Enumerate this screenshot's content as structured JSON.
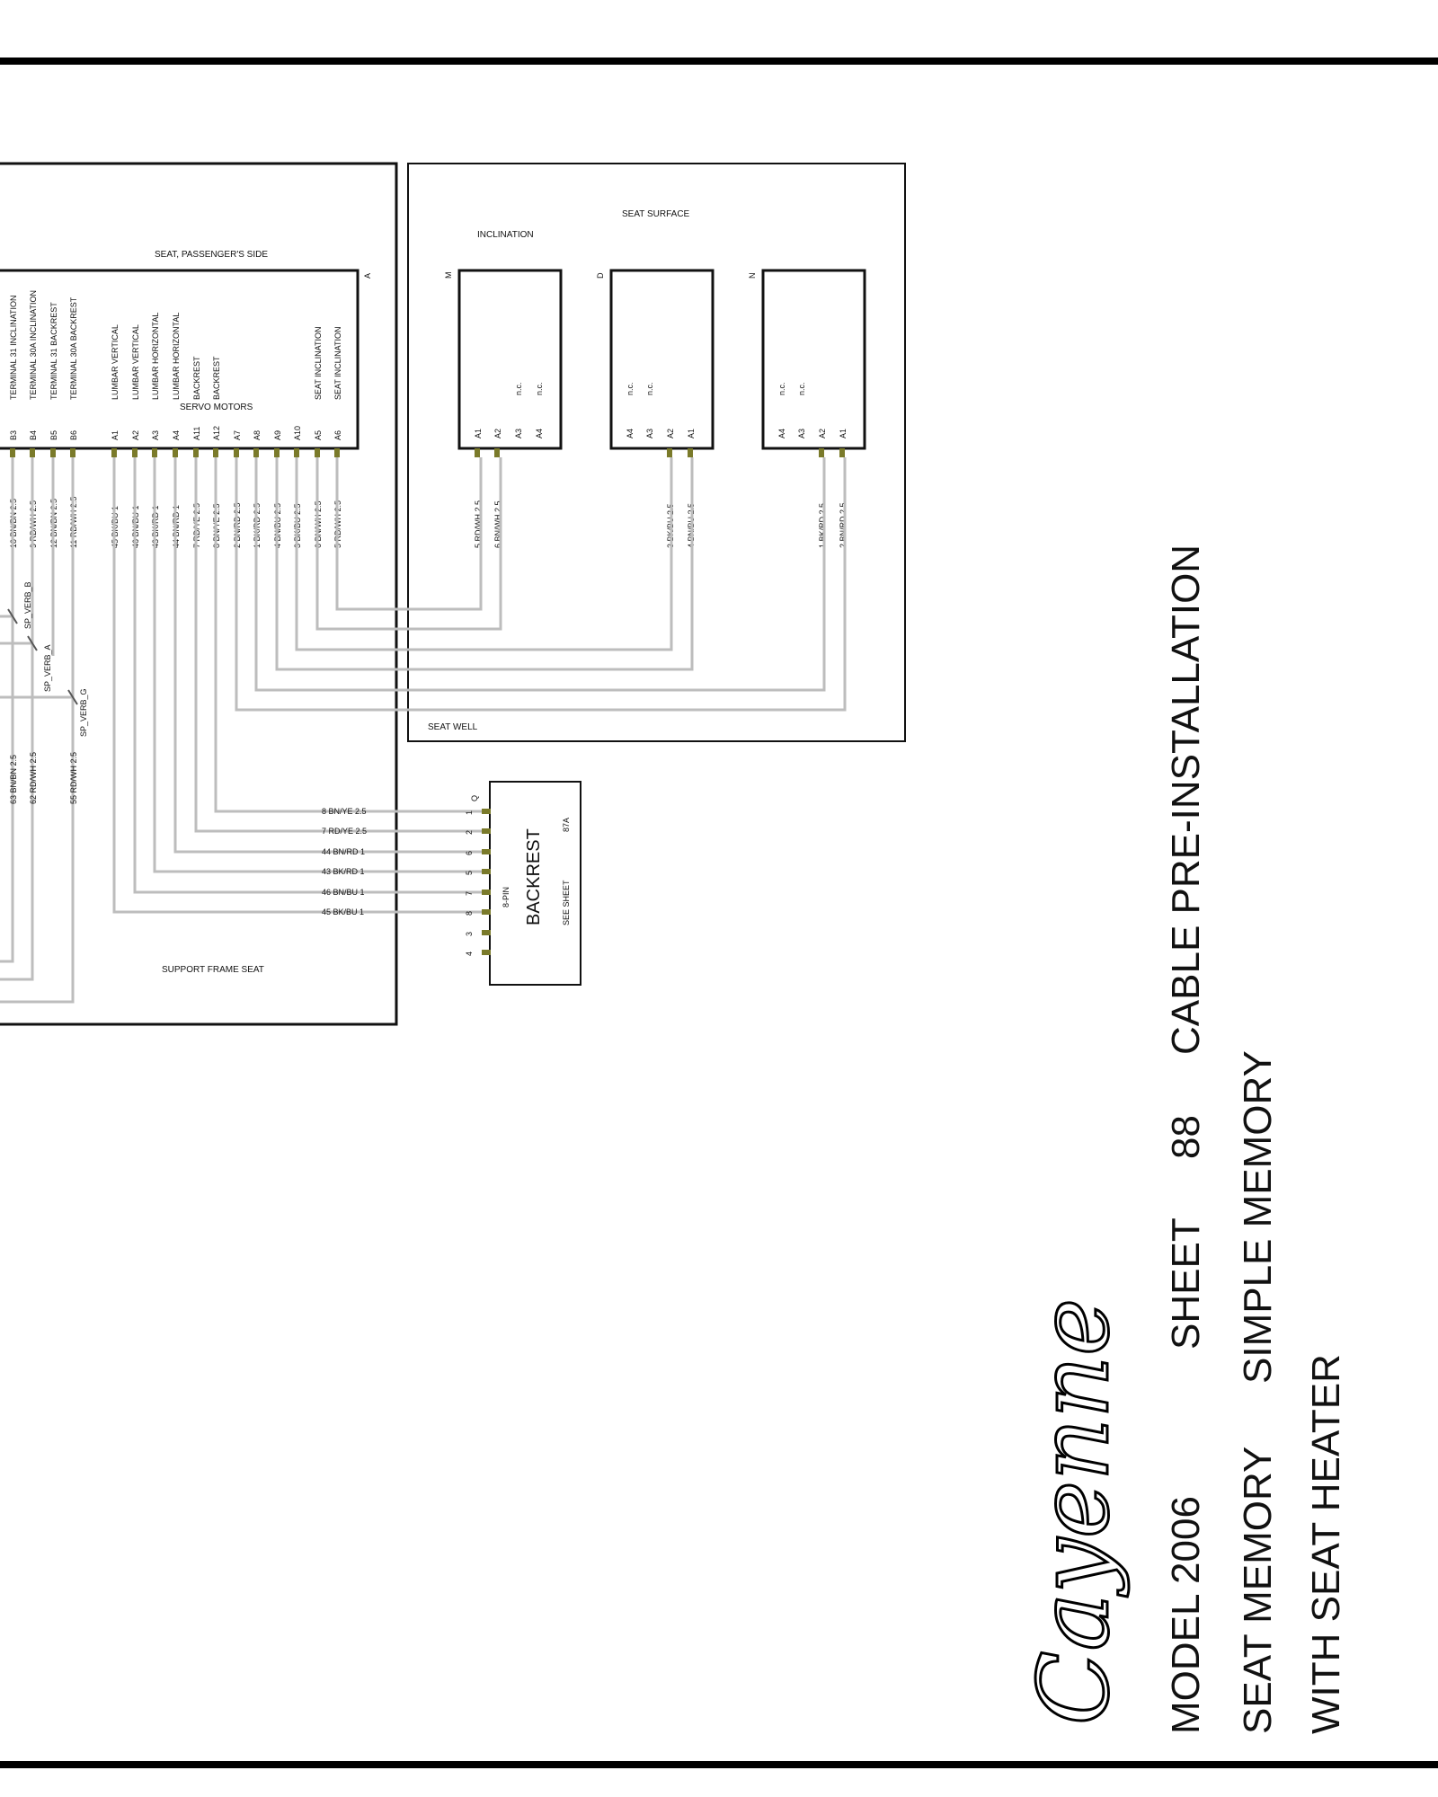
{
  "seat_block": {
    "label": "SEAT, PASSENGER'S SIDE",
    "connector_letter": "A",
    "servo_label": "SERVO MOTORS",
    "pins": [
      {
        "pin": "B3",
        "wire": "10 BN/BN 2.5",
        "func": "TERMINAL 31 INCLINATION"
      },
      {
        "pin": "B4",
        "wire": "9 RD/WH 2.5",
        "func": "TERMINAL 30A INCLINATION"
      },
      {
        "pin": "B5",
        "wire": "12 BN/BN 2.5",
        "func": "TERMINAL 31 BACKREST"
      },
      {
        "pin": "B6",
        "wire": "11 RD/WH 2.5",
        "func": "TERMINAL 30A BACKREST"
      },
      {
        "pin": "A1",
        "wire": "45 BK/BU 1",
        "func": "LUMBAR   VERTICAL"
      },
      {
        "pin": "A2",
        "wire": "46 BN/BU 1",
        "func": "LUMBAR   VERTICAL"
      },
      {
        "pin": "A3",
        "wire": "43 BK/RD 1",
        "func": "LUMBAR   HORIZONTAL"
      },
      {
        "pin": "A4",
        "wire": "44 BN/RD 1",
        "func": "LUMBAR   HORIZONTAL"
      },
      {
        "pin": "A11",
        "wire": "7 RD/YE 2.5",
        "func": "BACKREST"
      },
      {
        "pin": "A12",
        "wire": "8 BN/YE 2.5",
        "func": "BACKREST"
      },
      {
        "pin": "A7",
        "wire": "2 BN/RD 2.5",
        "func": ""
      },
      {
        "pin": "A8",
        "wire": "1 BK/RD 2.5",
        "func": ""
      },
      {
        "pin": "A9",
        "wire": "4 BN/BU 2.5",
        "func": ""
      },
      {
        "pin": "A10",
        "wire": "3 BK/BU 2.5",
        "func": ""
      },
      {
        "pin": "A5",
        "wire": "6 BN/WH 2.5",
        "func": "SEAT INCLINATION"
      },
      {
        "pin": "A6",
        "wire": "5 RD/WH 2.5",
        "func": "SEAT INCLINATION"
      }
    ]
  },
  "seat_surface": {
    "label": "SEAT SURFACE",
    "inclination_label": "INCLINATION",
    "seat_well_label": "SEAT WELL",
    "connectors": [
      {
        "letter": "M",
        "pins": [
          "A1",
          "A2",
          "A3",
          "A4"
        ],
        "texts": [
          "",
          "",
          "n.c.",
          "n.c."
        ],
        "wires": [
          "5 RD/WH 2.5",
          "6 BN/WH 2.5"
        ]
      },
      {
        "letter": "D",
        "pins": [
          "A4",
          "A3",
          "A2",
          "A1"
        ],
        "texts": [
          "n.c.",
          "n.c.",
          "",
          ""
        ],
        "wires": [
          "3 BK/BU 2.5",
          "4 BN/BU 2.5"
        ]
      },
      {
        "letter": "N",
        "pins": [
          "A4",
          "A3",
          "A2",
          "A1"
        ],
        "texts": [
          "n.c.",
          "n.c.",
          "",
          ""
        ],
        "wires": [
          "1 BK/RD 2.5",
          "2 BN/RD 2.5"
        ]
      }
    ]
  },
  "splices": [
    "SP_VERB_B",
    "SP_VERB_A",
    "SP_VERB_G"
  ],
  "lower_wires": [
    "63 BN/BN 2.5",
    "62 RD/WH 2.5",
    "55 RD/WH 2.5"
  ],
  "support_frame_label": "SUPPORT FRAME  SEAT",
  "backrest": {
    "letter": "Q",
    "title": "BACKREST",
    "pin_label": "8-PIN",
    "see_sheet": "SEE SHEET",
    "sheet_ref": "87A",
    "pin_numbers": [
      "1",
      "2",
      "6",
      "5",
      "7",
      "8",
      "3",
      "4"
    ],
    "wires": [
      "8 BN/YE 2.5",
      "7 RD/YE 2.5",
      "44 BN/RD 1",
      "43 BK/RD 1",
      "46 BN/BU 1",
      "45 BK/BU 1"
    ]
  },
  "title_block": {
    "logo_text": "Cayenne",
    "line1": "MODEL 2006",
    "sheet_word": "SHEET",
    "sheet_number": "88",
    "sheet_title": "CABLE PRE-INSTALLATION",
    "line2a": "SEAT MEMORY",
    "line2b": "SIMPLE MEMORY",
    "line3": "WITH SEAT HEATER"
  }
}
